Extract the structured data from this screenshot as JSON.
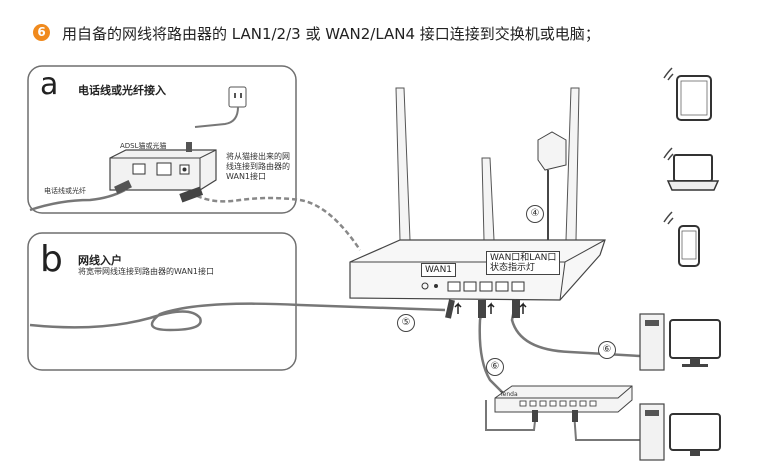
{
  "header": {
    "step_number": "6",
    "instruction": "用自备的网线将路由器的 LAN1/2/3 或 WAN2/LAN4 接口连接到交换机或电脑；"
  },
  "panel_a": {
    "letter": "a",
    "title": "电话线或光纤接入",
    "modem_label": "ADSL猫或光猫",
    "cable_label": "电话线或光纤",
    "note_line1": "将从猫接出来的网",
    "note_line2": "线连接到路由器的",
    "note_line3": "WAN1接口"
  },
  "panel_b": {
    "letter": "b",
    "title": "网线入户",
    "desc": "将宽带网线连接到路由器的WAN1接口"
  },
  "router": {
    "wan1_callout": "WAN1",
    "status_callout_line1": "WAN口和LAN口",
    "status_callout_line2": "状态指示灯"
  },
  "steps": {
    "four": "④",
    "five": "⑤",
    "six_a": "⑥",
    "six_b": "⑥"
  },
  "switch": {
    "brand": "Tenda"
  },
  "icons": [
    "wifi-icon",
    "tablet-icon",
    "laptop-icon",
    "phone-icon",
    "desktop-pc-icon",
    "power-adapter-icon",
    "wall-socket-icon"
  ],
  "colors": {
    "badge": "#f08a1e",
    "line": "#555555",
    "cable": "#777777"
  }
}
